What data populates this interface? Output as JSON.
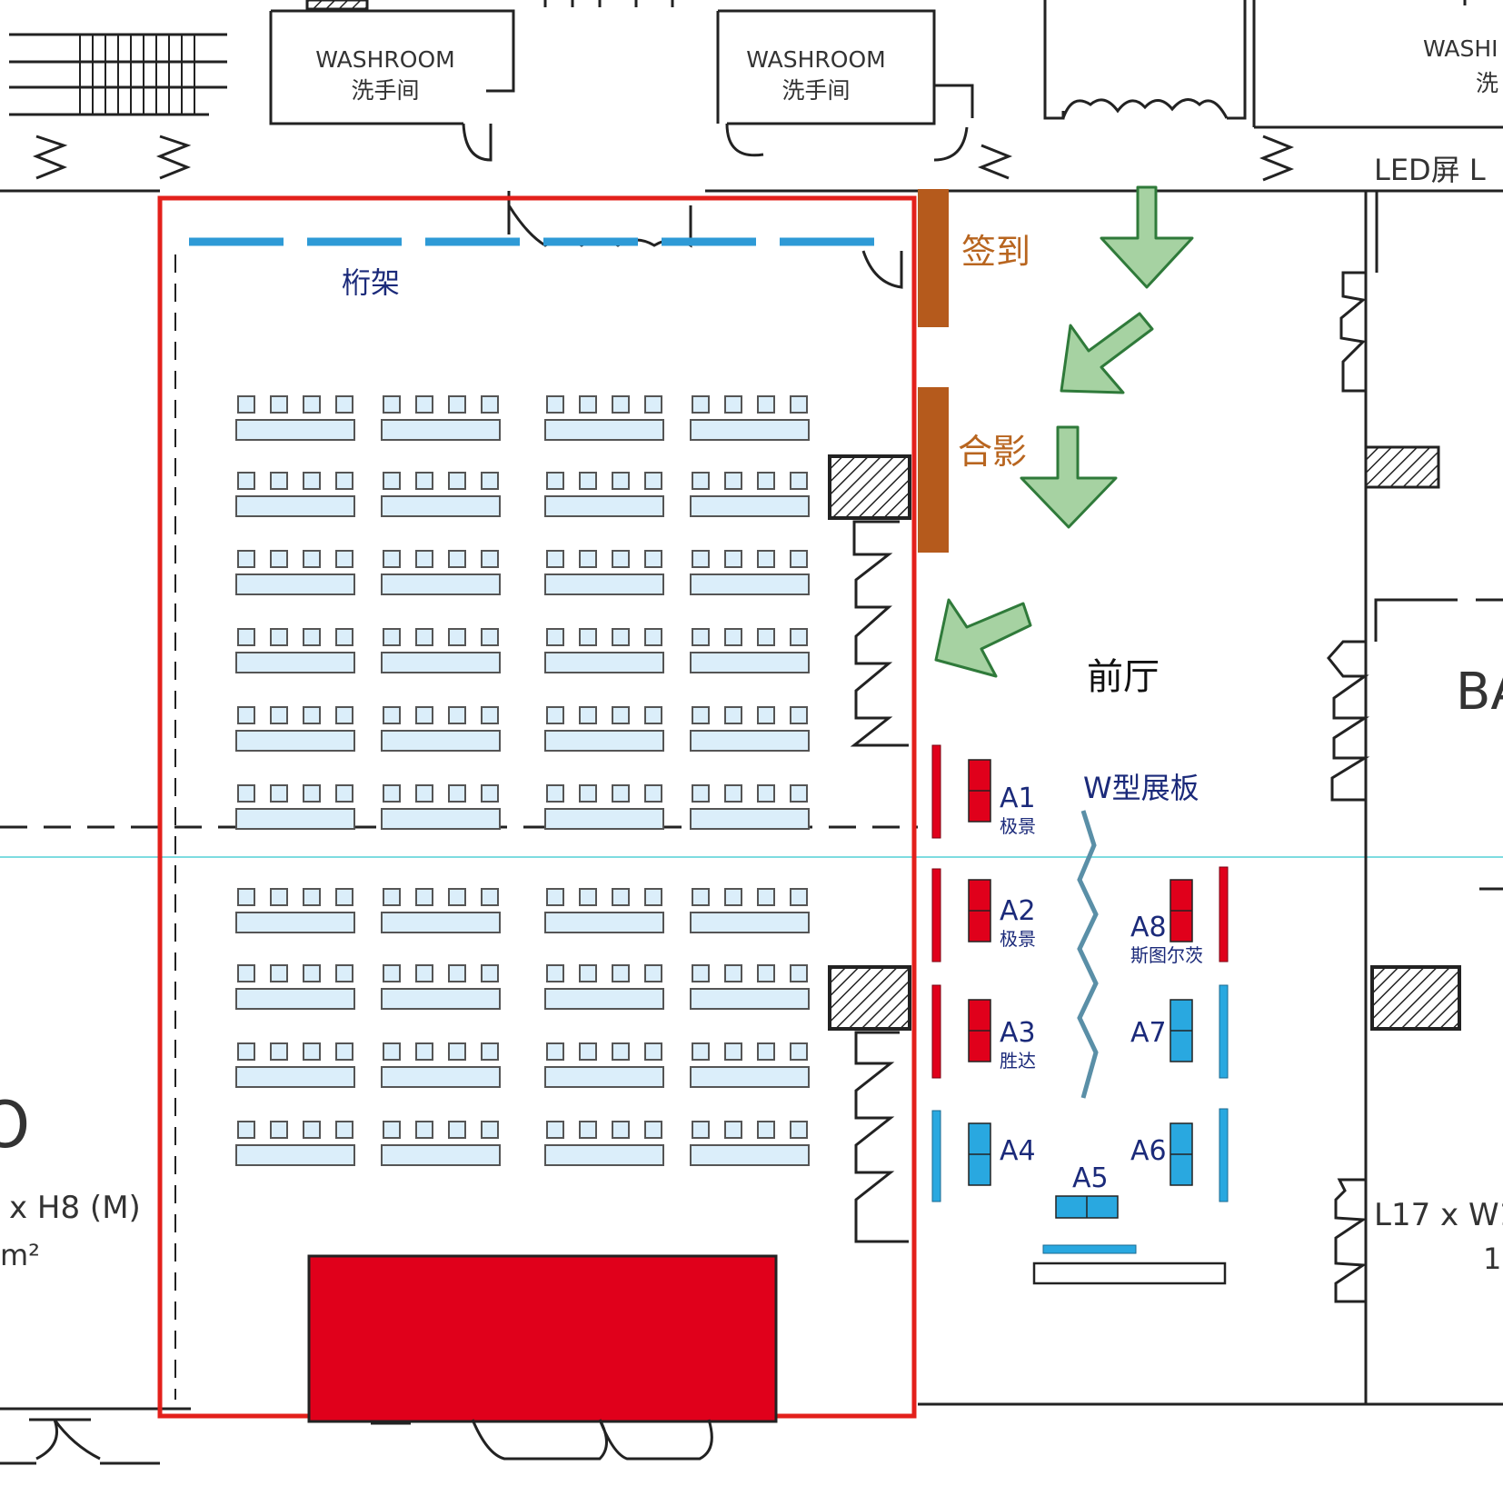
{
  "washrooms": [
    {
      "en": "WASHROOM",
      "zh": "洗手间"
    },
    {
      "en": "WASHROOM",
      "zh": "洗手间"
    },
    {
      "en": "WASHI",
      "zh": "洗"
    }
  ],
  "led_label": "LED屏 L",
  "truss_label": "桁架",
  "signin_label": "签到",
  "photo_label": "合影",
  "lobby_label": "前厅",
  "w_panel_label": "W型展板",
  "right_hall_label": "BA",
  "right_hall_dims": "L17 x W1",
  "right_hall_area": "1",
  "left_hall_letter": "O",
  "left_hall_dims": "x H8 (M)",
  "left_hall_area": "m²",
  "booths": [
    {
      "id": "A1",
      "brand": "极景",
      "color": "#e0001b"
    },
    {
      "id": "A2",
      "brand": "极景",
      "color": "#e0001b"
    },
    {
      "id": "A3",
      "brand": "胜达",
      "color": "#e0001b"
    },
    {
      "id": "A4",
      "brand": "",
      "color": "#29a8e0"
    },
    {
      "id": "A5",
      "brand": "",
      "color": "#29a8e0"
    },
    {
      "id": "A6",
      "brand": "",
      "color": "#29a8e0"
    },
    {
      "id": "A7",
      "brand": "",
      "color": "#29a8e0"
    },
    {
      "id": "A8",
      "brand": "斯图尔茨",
      "color": "#e0001b"
    }
  ],
  "colors": {
    "hall_border": "#e3201b",
    "stage": "#e0001b",
    "desk_fill": "#dbeefa",
    "truss": "#2e9ad6",
    "brown_block": "#b55a1c",
    "brown_text": "#b8651f",
    "arrow_fill": "#a6d2a2",
    "arrow_stroke": "#2f7a3a",
    "navy_text": "#1b2a7a",
    "cyan_line": "#53d0d6"
  }
}
